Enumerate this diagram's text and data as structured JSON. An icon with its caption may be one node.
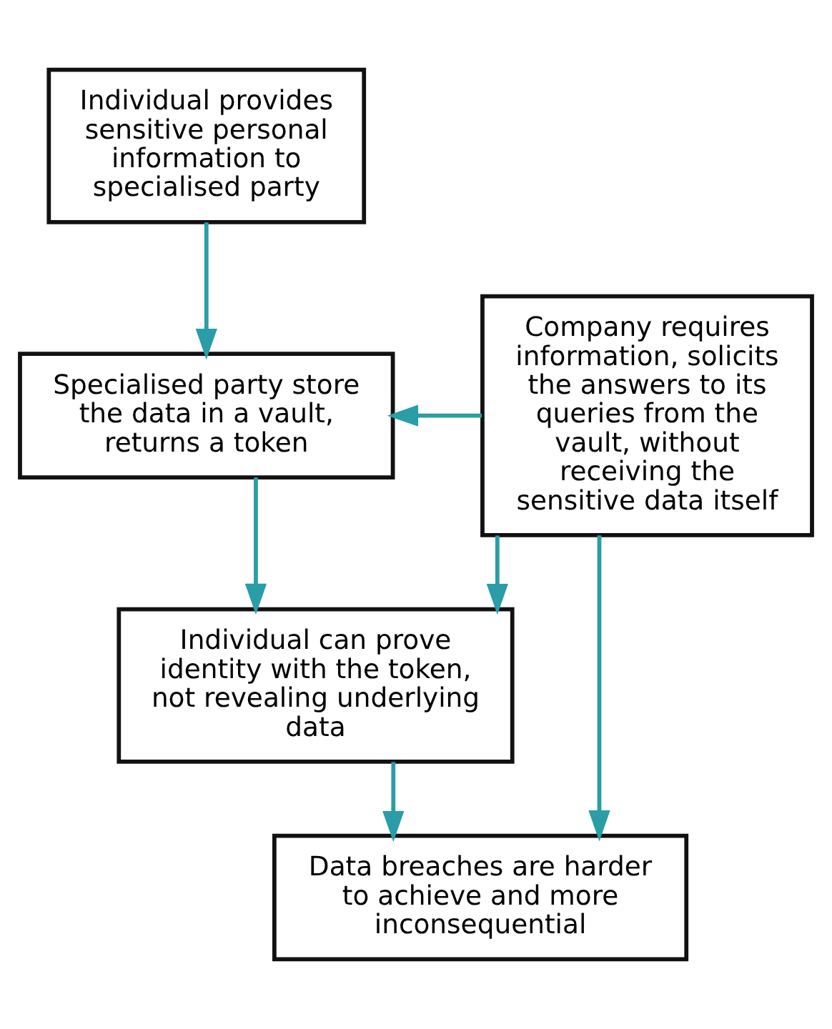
{
  "diagram": {
    "nodes": [
      {
        "text": [
          "Individual provides sensitive personal information to specialised party"
        ]
      },
      {
        "text": [
          "Specialised party store the data in a vault, returns a token"
        ]
      },
      {
        "text": [
          "Individual can prove identity with the token, not revealing underlying data"
        ]
      },
      {
        "text": [
          "Company requires information, solicits the answers to its queries from the vault, without receiving the sensitive data itself"
        ]
      },
      {
        "text": [
          "Data breaches are harder to achieve and more inconsequential"
        ]
      }
    ],
    "edges": [
      {
        "from": 0,
        "to": 1,
        "arrow": "to",
        "color": "#2a9da6"
      },
      {
        "from": 1,
        "to": 2,
        "arrow": "to",
        "color": "#2a9da6"
      },
      {
        "from": 3,
        "to": 1,
        "arrow": "to",
        "color": "#2a9da6"
      },
      {
        "from": 3,
        "to": 2,
        "arrow": "to",
        "color": "#2a9da6"
      },
      {
        "from": 2,
        "to": 4,
        "arrow": "to",
        "color": "#2a9da6"
      },
      {
        "from": 3,
        "to": 4,
        "arrow": "to",
        "color": "#2a9da6"
      }
    ]
  }
}
